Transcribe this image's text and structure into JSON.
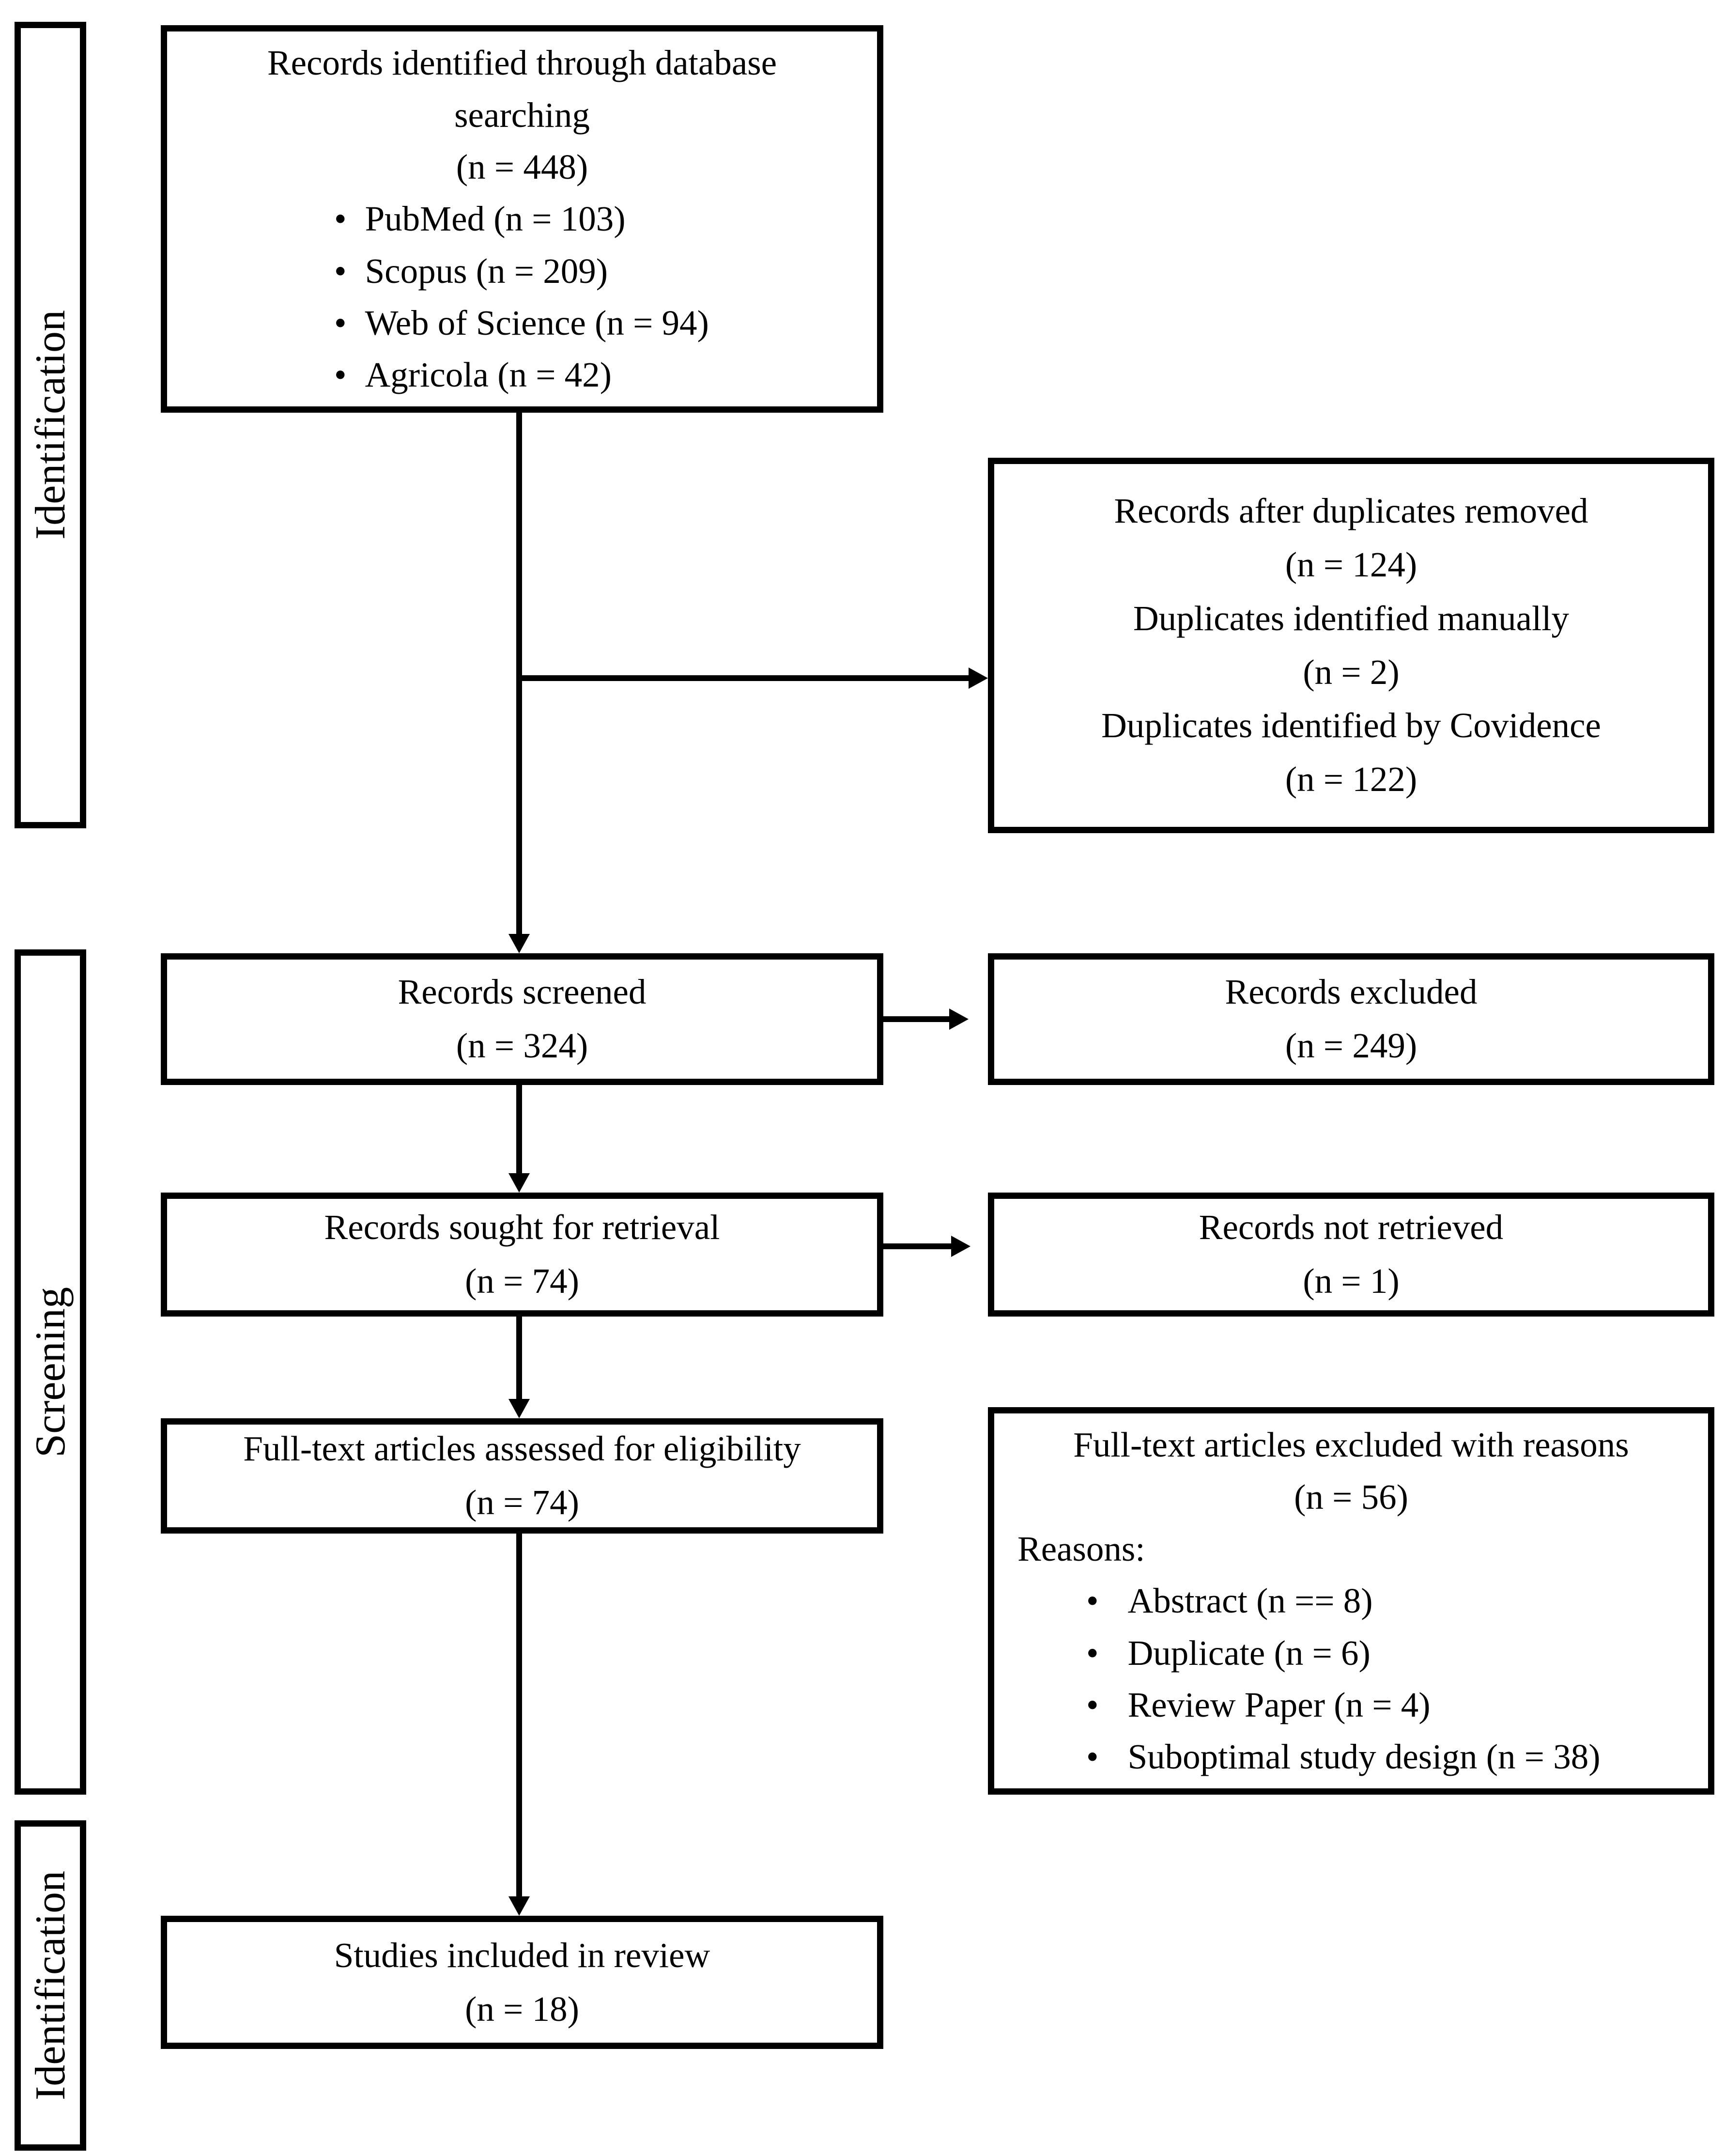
{
  "diagram": {
    "bullet_glyph": "•",
    "colors": {
      "line": "#000000",
      "background": "#ffffff"
    },
    "stages": {
      "identification_top": "Identification",
      "screening": "Screening",
      "identification_bottom": "Identification"
    },
    "boxes": {
      "identified": {
        "line1": "Records identified through database",
        "line2": "searching",
        "line3": "(n = 448)",
        "bullets": [
          "PubMed (n = 103)",
          "Scopus (n = 209)",
          "Web of Science (n = 94)",
          "Agricola (n = 42)"
        ]
      },
      "duplicates": {
        "lines": [
          "Records after duplicates removed",
          "(n = 124)",
          "Duplicates identified manually",
          "(n = 2)",
          "Duplicates identified by Covidence",
          "(n = 122)"
        ]
      },
      "screened": {
        "line1": "Records screened",
        "line2": "(n = 324)"
      },
      "excluded": {
        "line1": "Records excluded",
        "line2": "(n = 249)"
      },
      "sought": {
        "line1": "Records sought for retrieval",
        "line2": "(n = 74)"
      },
      "not_retrieved": {
        "line1": "Records not retrieved",
        "line2": "(n = 1)"
      },
      "fulltext": {
        "line1": "Full-text articles assessed for eligibility",
        "line2": "(n = 74)"
      },
      "reasons": {
        "line1": "Full-text articles excluded with reasons",
        "line2": "(n = 56)",
        "reasons_label": "Reasons:",
        "bullets": [
          "Abstract (n == 8)",
          "Duplicate (n = 6)",
          "Review Paper (n = 4)",
          "Suboptimal study design (n = 38)"
        ]
      },
      "included": {
        "line1": "Studies included in review",
        "line2": "(n = 18)"
      }
    }
  }
}
